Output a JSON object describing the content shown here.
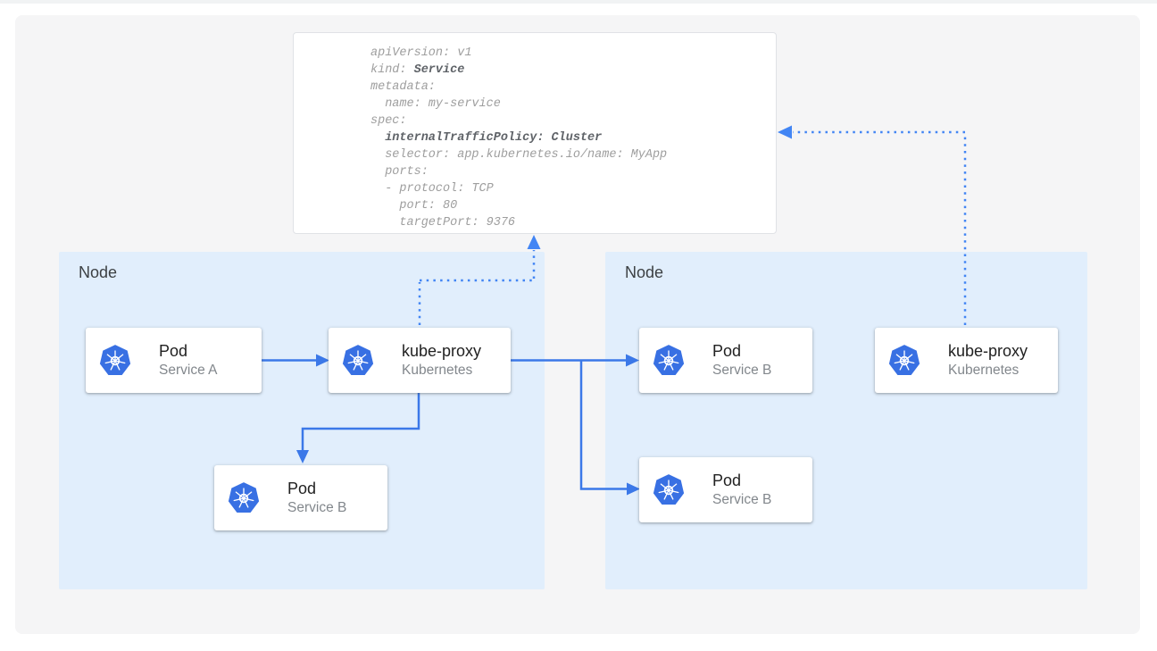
{
  "colors": {
    "arrow_solid": "#3b78e8",
    "arrow_dotted": "#4285f4",
    "node_bg": "#e1eefc",
    "k8s_blue": "#3870e3"
  },
  "yaml": {
    "lines": [
      {
        "segs": [
          {
            "t": "apiVersion: v1"
          }
        ]
      },
      {
        "segs": [
          {
            "t": "kind: "
          },
          {
            "t": "Service",
            "b": true
          }
        ]
      },
      {
        "segs": [
          {
            "t": "metadata:"
          }
        ]
      },
      {
        "segs": [
          {
            "t": "  name: my-service"
          }
        ]
      },
      {
        "segs": [
          {
            "t": "spec:"
          }
        ]
      },
      {
        "segs": [
          {
            "t": "  "
          },
          {
            "t": "internalTrafficPolicy: Cluster",
            "b": true
          }
        ]
      },
      {
        "segs": [
          {
            "t": "  selector: app.kubernetes.io/name: MyApp"
          }
        ]
      },
      {
        "segs": [
          {
            "t": "  ports:"
          }
        ]
      },
      {
        "segs": [
          {
            "t": "  - protocol: TCP"
          }
        ]
      },
      {
        "segs": [
          {
            "t": "    port: 80"
          }
        ]
      },
      {
        "segs": [
          {
            "t": "    targetPort: 9376"
          }
        ]
      }
    ]
  },
  "nodes": {
    "left": {
      "label": "Node"
    },
    "right": {
      "label": "Node"
    }
  },
  "cards": {
    "pod_a": {
      "title": "Pod",
      "subtitle": "Service A"
    },
    "kp_left": {
      "title": "kube-proxy",
      "subtitle": "Kubernetes"
    },
    "pod_b_left": {
      "title": "Pod",
      "subtitle": "Service B"
    },
    "pod_b_rt": {
      "title": "Pod",
      "subtitle": "Service B"
    },
    "pod_b_rb": {
      "title": "Pod",
      "subtitle": "Service B"
    },
    "kp_right": {
      "title": "kube-proxy",
      "subtitle": "Kubernetes"
    }
  }
}
